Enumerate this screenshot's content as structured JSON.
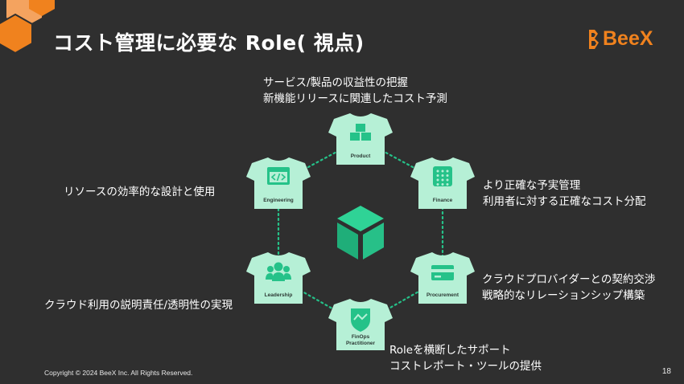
{
  "title": "コスト管理に必要な Role( 視点)",
  "logo": {
    "text": "BeeX"
  },
  "colors": {
    "accent": "#f0821e",
    "mint": "#b6f0d6",
    "green": "#25c289",
    "background": "#2f2f2f"
  },
  "roles": [
    {
      "id": "product",
      "label": "Product",
      "icon": "boxes-icon",
      "description": [
        "サービス/製品の収益性の把握",
        "新機能リリースに関連したコスト予測"
      ]
    },
    {
      "id": "finance",
      "label": "Finance",
      "icon": "calculator-icon",
      "description": [
        "より正確な予実管理",
        "利用者に対する正確なコスト分配"
      ]
    },
    {
      "id": "procurement",
      "label": "Procurement",
      "icon": "credit-card-icon",
      "description": [
        "クラウドプロバイダーとの契約交渉",
        "戦略的なリレーションシップ構築"
      ]
    },
    {
      "id": "finops",
      "label": "FinOps",
      "label2": "Practitioner",
      "icon": "shield-icon",
      "description": [
        "Roleを横断したサポート",
        "コストレポート・ツールの提供"
      ]
    },
    {
      "id": "leadership",
      "label": "Leadership",
      "icon": "people-icon",
      "description": [
        "クラウド利用の説明責任/透明性の実現"
      ]
    },
    {
      "id": "engineering",
      "label": "Engineering",
      "icon": "code-icon",
      "description": [
        "リソースの効率的な設計と使用"
      ]
    }
  ],
  "center_icon": "cube-icon",
  "footer": {
    "copyright": "Copyright © 2024 BeeX Inc. All Rights Reserved.",
    "page": "18"
  }
}
